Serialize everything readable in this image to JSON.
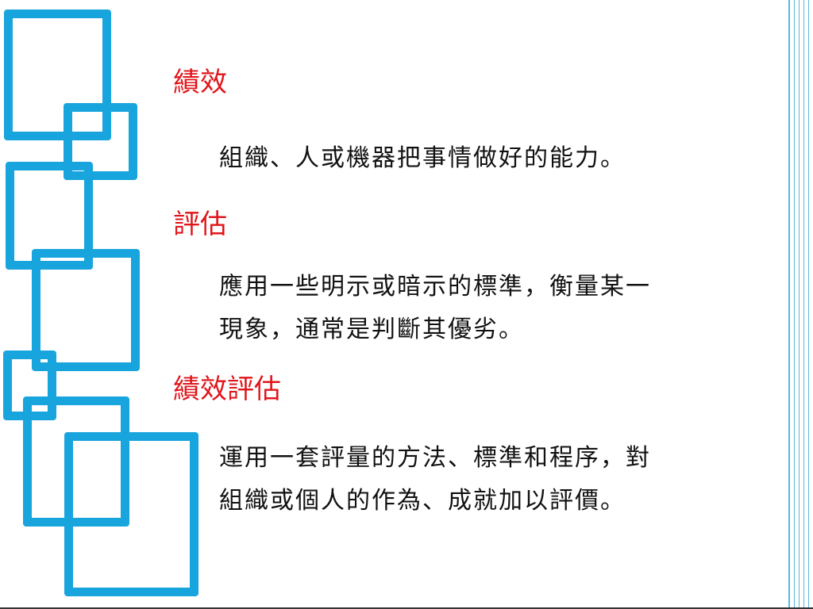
{
  "sections": [
    {
      "term": "績效",
      "lines": [
        "組織、人或機器把事情做好的能力。"
      ]
    },
    {
      "term": "評估",
      "lines": [
        "應用一些明示或暗示的標準，衡量某一",
        "現象，通常是判斷其優劣。"
      ]
    },
    {
      "term": "績效評估",
      "lines": [
        "運用一套評量的方法、標準和程序，對",
        "組織或個人的作為、成就加以評價。"
      ]
    }
  ],
  "colors": {
    "term": "#e0151a",
    "text": "#111111",
    "decor_square": "#18a4dd",
    "decor_line": "#5ab7df"
  }
}
